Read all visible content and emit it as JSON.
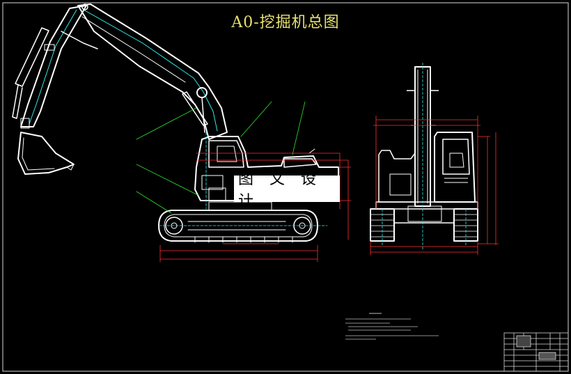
{
  "drawing": {
    "title": "A0-挖掘机总图",
    "watermark": "图 文 设 计"
  },
  "views": [
    {
      "name": "side-elevation"
    },
    {
      "name": "front-elevation"
    }
  ],
  "colors": {
    "background": "#000000",
    "outline": "#ffffff",
    "dimension": "#ff3030",
    "centerline": "#30e8e8",
    "leader": "#30e030",
    "title": "#e8e070",
    "border": "#d8d8d8"
  },
  "icons": [
    "excavator-side-view",
    "excavator-front-view",
    "title-block"
  ]
}
